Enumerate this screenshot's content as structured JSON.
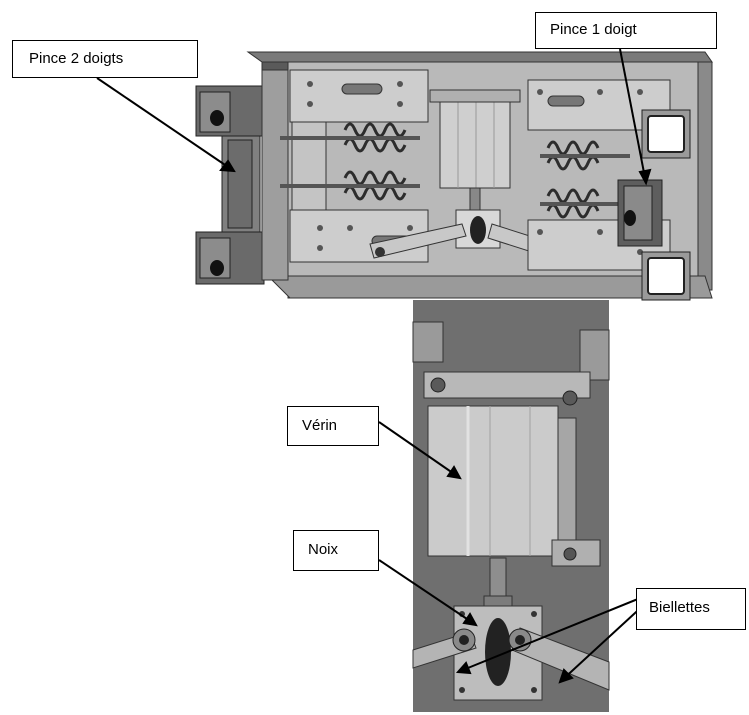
{
  "labels": {
    "pince_2_doigts": "Pince 2 doigts",
    "pince_1_doigt": "Pince 1 doigt",
    "verin": "Vérin",
    "noix": "Noix",
    "biellettes": "Biellettes"
  },
  "colors": {
    "metal_light": "#d4d4d4",
    "metal_mid": "#a8a8a8",
    "metal_dark": "#6e6e6e",
    "photo_bg": "#6f6f6f",
    "leader_line": "#000000"
  }
}
